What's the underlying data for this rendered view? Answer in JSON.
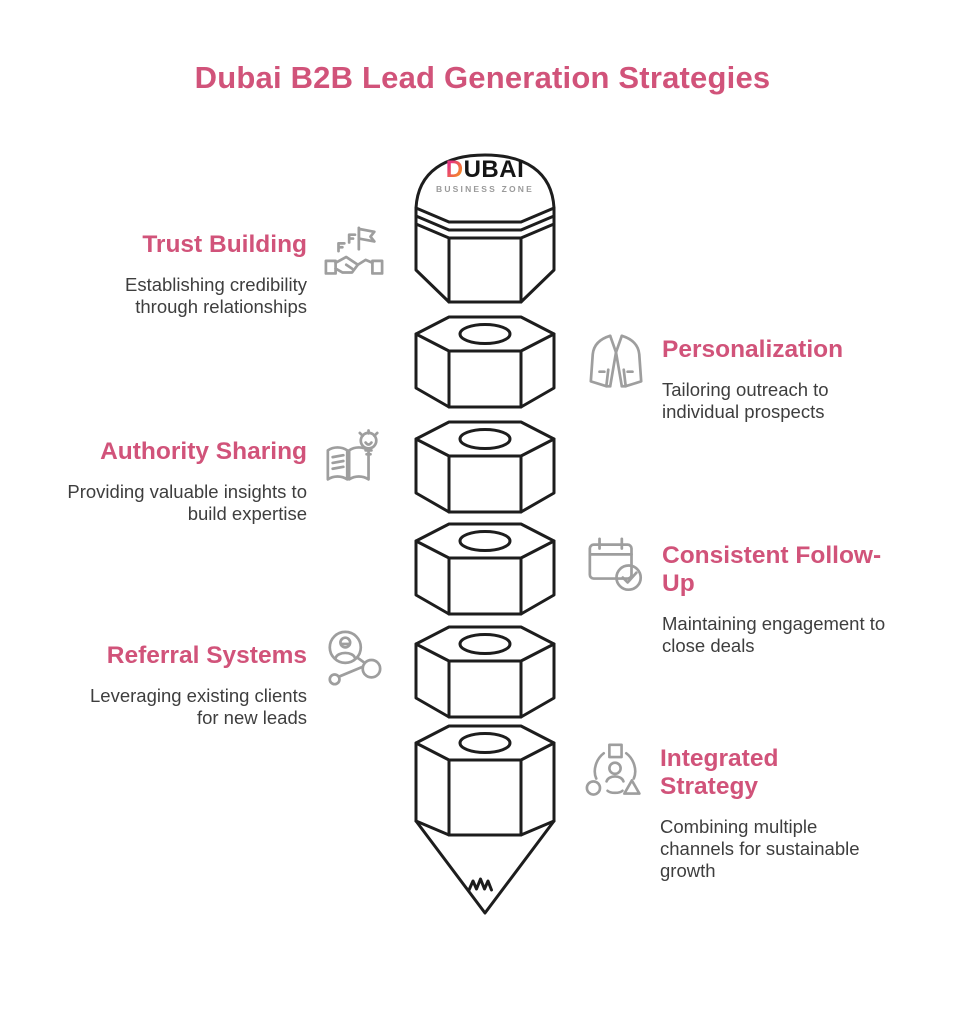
{
  "title": "Dubai B2B Lead Generation Strategies",
  "colors": {
    "accent_pink": "#d1537a",
    "body_text": "#3e3e3e",
    "icon_gray": "#9e9e9e",
    "pencil_outline": "#1d1d1d",
    "logo_gradient_start": "#e6357f",
    "logo_gradient_end": "#f7941d"
  },
  "logo": {
    "brand_d": "D",
    "brand_rest": "UBAI",
    "subtitle": "BUSINESS ZONE"
  },
  "items": [
    {
      "side": "left",
      "heading": "Trust Building",
      "description": "Establishing credibility through relationships",
      "icon": "handshake-flag-icon"
    },
    {
      "side": "right",
      "heading": "Personalization",
      "description": "Tailoring outreach to individual prospects",
      "icon": "suit-jacket-icon"
    },
    {
      "side": "left",
      "heading": "Authority Sharing",
      "description": "Providing valuable insights to build expertise",
      "icon": "book-lightbulb-icon"
    },
    {
      "side": "right",
      "heading": "Consistent Follow-Up",
      "description": "Maintaining engagement to close deals",
      "icon": "calendar-check-icon"
    },
    {
      "side": "left",
      "heading": "Referral Systems",
      "description": "Leveraging existing clients for new leads",
      "icon": "referral-network-icon"
    },
    {
      "side": "right",
      "heading": "Integrated Strategy",
      "description": "Combining multiple channels for sustainable growth",
      "icon": "person-shapes-icon"
    }
  ]
}
